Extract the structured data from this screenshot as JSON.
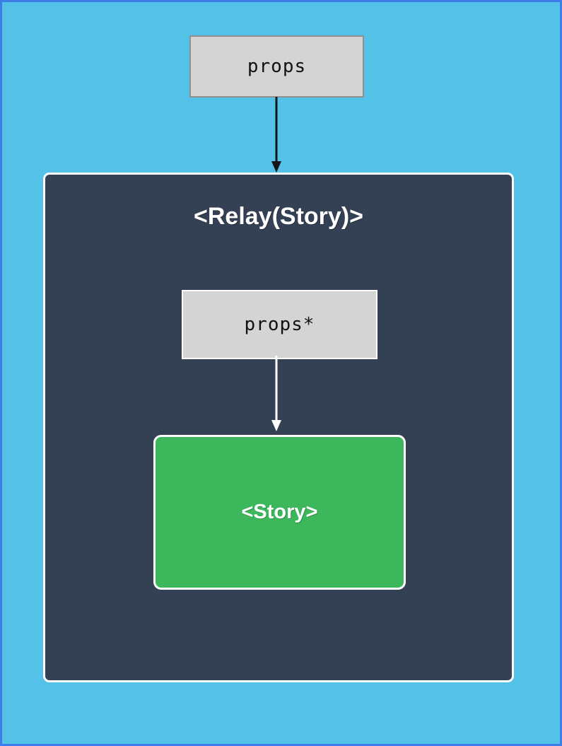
{
  "diagram": {
    "props_box": {
      "label": "props"
    },
    "relay_container": {
      "title": "<Relay(Story)>"
    },
    "inner_props_box": {
      "label": "props*"
    },
    "story_box": {
      "label": "<Story>"
    }
  },
  "colors": {
    "bg": "#54c1e8",
    "page-border": "#3e7de8",
    "container-fill": "#344053",
    "container-border": "#ffffff",
    "box-fill": "#d4d4d4",
    "box-border": "#8f8f8f",
    "inner-box-border": "#ffffff",
    "story-fill": "#3cb75c",
    "arrow-dark": "#151515",
    "arrow-light": "#ffffff",
    "text-dark": "#111111",
    "text-light": "#ffffff"
  }
}
